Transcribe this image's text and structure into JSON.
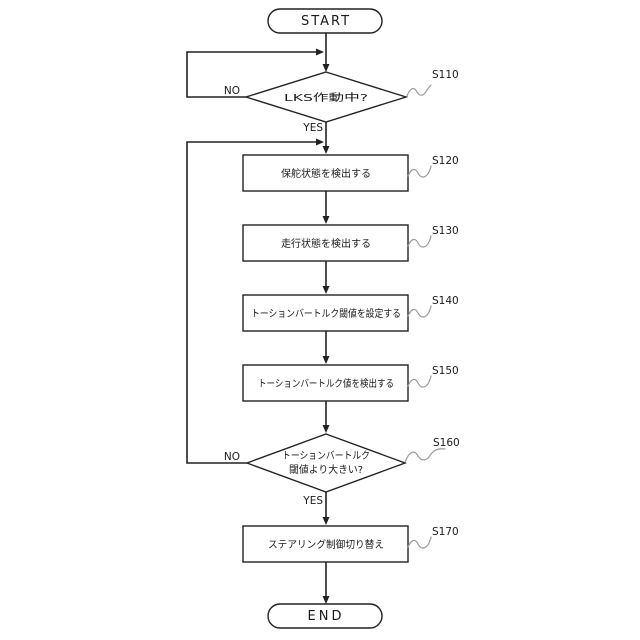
{
  "figure": {
    "background": "#ffffff",
    "line_color": "#222222",
    "squiggle_color": "#9a9a9a"
  },
  "flowchart": {
    "terminals": {
      "start": "START",
      "end": "END"
    },
    "decisions": [
      {
        "ref": "S110",
        "label": "LKS作動中?",
        "yes": "YES",
        "no": "NO"
      },
      {
        "ref": "S160",
        "label_line1": "トーションバートルク",
        "label_line2": "閾値より大きい?",
        "yes": "YES",
        "no": "NO"
      }
    ],
    "processes": [
      {
        "ref": "S120",
        "label": "保舵状態を検出する"
      },
      {
        "ref": "S130",
        "label": "走行状態を検出する"
      },
      {
        "ref": "S140",
        "label": "トーションバートルク閾値を設定する"
      },
      {
        "ref": "S150",
        "label": "トーションバートルク値を検出する"
      },
      {
        "ref": "S170",
        "label": "ステアリング制御切り替え"
      }
    ]
  }
}
